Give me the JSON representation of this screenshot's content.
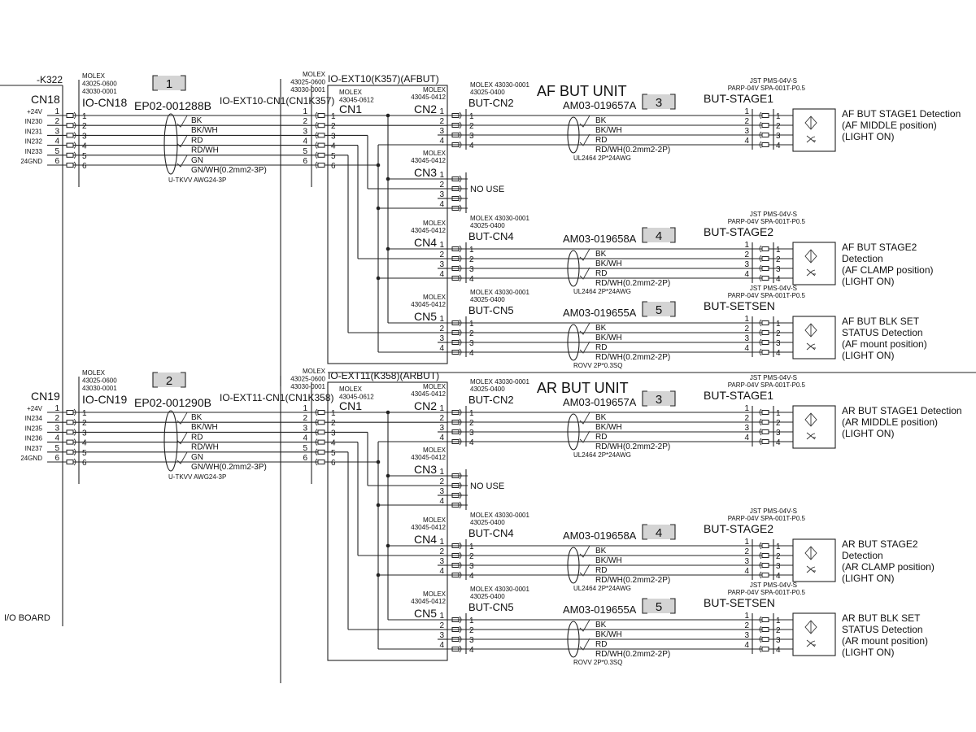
{
  "board": {
    "ref": "-K322",
    "label": "I/O BOARD"
  },
  "sections": [
    {
      "source_connector": "CN18",
      "signals": [
        "+24V",
        "IN230",
        "IN231",
        "IN232",
        "IN233",
        "24GND"
      ],
      "pins": [
        "1",
        "2",
        "3",
        "4",
        "5",
        "6"
      ],
      "harness_connector": {
        "maker": "MOLEX",
        "parts": [
          "43025-0600",
          "43030-0001"
        ],
        "name": "IO-CN18"
      },
      "harness_no": "1",
      "harness_part": "EP02-001288B",
      "wire_colors": [
        "BK",
        "BK/WH",
        "RD",
        "RD/WH",
        "GN",
        "GN/WH(0.2mm2-3P)"
      ],
      "cable_type": "U-TKVV AWG24-3P",
      "ext_connector": {
        "maker": "MOLEX",
        "parts": [
          "43025-0600",
          "43030-0001"
        ],
        "name": "IO-EXT10-CN1(CN1K357)"
      },
      "relay_board": "IO-EXT10(K357)(AFBUT)",
      "cn1": {
        "maker": "MOLEX",
        "part": "43045-0612",
        "name": "CN1"
      },
      "unit_title": "AF BUT UNIT",
      "branches": [
        {
          "cn": "CN2",
          "maker": "MOLEX",
          "part": "43045-0412",
          "pins": [
            "1",
            "2",
            "3",
            "4"
          ],
          "plug": {
            "maker": "MOLEX 43030-0001",
            "part": "43025-0400",
            "name": "BUT-CN2"
          },
          "harness_part": "AM03-019657A",
          "harness_no": "3",
          "wire_colors": [
            "BK",
            "BK/WH",
            "RD",
            "RD/WH(0.2mm2-2P)"
          ],
          "cable_type": "UL2464 2P*24AWG",
          "sensor_conn": {
            "maker": "JST  PMS-04V-S",
            "part": "PARP-04V  SPA-001T-P0.5",
            "name": "BUT-STAGE1"
          },
          "sensor_label": [
            "AF BUT STAGE1 Detection",
            "(AF MIDDLE position)",
            "(LIGHT ON)"
          ]
        },
        {
          "cn": "CN3",
          "maker": "MOLEX",
          "part": "43045-0412",
          "pins": [
            "1",
            "2",
            "3",
            "4"
          ],
          "note": "NO USE"
        },
        {
          "cn": "CN4",
          "maker": "MOLEX",
          "part": "43045-0412",
          "pins": [
            "1",
            "2",
            "3",
            "4"
          ],
          "plug": {
            "maker": "MOLEX 43030-0001",
            "part": "43025-0400",
            "name": "BUT-CN4"
          },
          "harness_part": "AM03-019658A",
          "harness_no": "4",
          "wire_colors": [
            "BK",
            "BK/WH",
            "RD",
            "RD/WH(0.2mm2-2P)"
          ],
          "cable_type": "UL2464 2P*24AWG",
          "sensor_conn": {
            "maker": "JST  PMS-04V-S",
            "part": "PARP-04V  SPA-001T-P0.5",
            "name": "BUT-STAGE2"
          },
          "sensor_label": [
            "AF BUT STAGE2",
            "Detection",
            "(AF CLAMP position)",
            "(LIGHT ON)"
          ]
        },
        {
          "cn": "CN5",
          "maker": "MOLEX",
          "part": "43045-0412",
          "pins": [
            "1",
            "2",
            "3",
            "4"
          ],
          "plug": {
            "maker": "MOLEX 43030-0001",
            "part": "43025-0400",
            "name": "BUT-CN5"
          },
          "harness_part": "AM03-019655A",
          "harness_no": "5",
          "wire_colors": [
            "BK",
            "BK/WH",
            "RD",
            "RD/WH(0.2mm2-2P)"
          ],
          "cable_type": "ROVV 2P*0.3SQ",
          "sensor_conn": {
            "maker": "JST  PMS-04V-S",
            "part": "PARP-04V  SPA-001T-P0.5",
            "name": "BUT-SETSEN"
          },
          "sensor_label": [
            "AF BUT BLK SET",
            "STATUS Detection",
            "(AF mount position)",
            "(LIGHT ON)"
          ]
        }
      ]
    },
    {
      "source_connector": "CN19",
      "signals": [
        "+24V",
        "IN234",
        "IN235",
        "IN236",
        "IN237",
        "24GND"
      ],
      "pins": [
        "1",
        "2",
        "3",
        "4",
        "5",
        "6"
      ],
      "harness_connector": {
        "maker": "MOLEX",
        "parts": [
          "43025-0600",
          "43030-0001"
        ],
        "name": "IO-CN19"
      },
      "harness_no": "2",
      "harness_part": "EP02-001290B",
      "wire_colors": [
        "BK",
        "BK/WH",
        "RD",
        "RD/WH",
        "GN",
        "GN/WH(0.2mm2-3P)"
      ],
      "cable_type": "U-TKVV AWG24-3P",
      "ext_connector": {
        "maker": "MOLEX",
        "parts": [
          "43025-0600",
          "43030-0001"
        ],
        "name": "IO-EXT11-CN1(CN1K358)"
      },
      "relay_board": "IO-EXT11(K358)(ARBUT)",
      "cn1": {
        "maker": "MOLEX",
        "part": "43045-0612",
        "name": "CN1"
      },
      "unit_title": "AR BUT UNIT",
      "branches": [
        {
          "cn": "CN2",
          "maker": "MOLEX",
          "part": "43045-0412",
          "pins": [
            "1",
            "2",
            "3",
            "4"
          ],
          "plug": {
            "maker": "MOLEX 43030-0001",
            "part": "43025-0400",
            "name": "BUT-CN2"
          },
          "harness_part": "AM03-019657A",
          "harness_no": "3",
          "wire_colors": [
            "BK",
            "BK/WH",
            "RD",
            "RD/WH(0.2mm2-2P)"
          ],
          "cable_type": "UL2464 2P*24AWG",
          "sensor_conn": {
            "maker": "JST  PMS-04V-S",
            "part": "PARP-04V  SPA-001T-P0.5",
            "name": "BUT-STAGE1"
          },
          "sensor_label": [
            "AR BUT STAGE1 Detection",
            "(AR MIDDLE position)",
            "(LIGHT ON)"
          ]
        },
        {
          "cn": "CN3",
          "maker": "MOLEX",
          "part": "43045-0412",
          "pins": [
            "1",
            "2",
            "3",
            "4"
          ],
          "note": "NO USE"
        },
        {
          "cn": "CN4",
          "maker": "MOLEX",
          "part": "43045-0412",
          "pins": [
            "1",
            "2",
            "3",
            "4"
          ],
          "plug": {
            "maker": "MOLEX 43030-0001",
            "part": "43025-0400",
            "name": "BUT-CN4"
          },
          "harness_part": "AM03-019658A",
          "harness_no": "4",
          "wire_colors": [
            "BK",
            "BK/WH",
            "RD",
            "RD/WH(0.2mm2-2P)"
          ],
          "cable_type": "UL2464 2P*24AWG",
          "sensor_conn": {
            "maker": "JST  PMS-04V-S",
            "part": "PARP-04V  SPA-001T-P0.5",
            "name": "BUT-STAGE2"
          },
          "sensor_label": [
            "AR BUT STAGE2",
            "Detection",
            "(AR CLAMP position)",
            "(LIGHT ON)"
          ]
        },
        {
          "cn": "CN5",
          "maker": "MOLEX",
          "part": "43045-0412",
          "pins": [
            "1",
            "2",
            "3",
            "4"
          ],
          "plug": {
            "maker": "MOLEX 43030-0001",
            "part": "43025-0400",
            "name": "BUT-CN5"
          },
          "harness_part": "AM03-019655A",
          "harness_no": "5",
          "wire_colors": [
            "BK",
            "BK/WH",
            "RD",
            "RD/WH(0.2mm2-2P)"
          ],
          "cable_type": "ROVV 2P*0.3SQ",
          "sensor_conn": {
            "maker": "JST  PMS-04V-S",
            "part": "PARP-04V  SPA-001T-P0.5",
            "name": "BUT-SETSEN"
          },
          "sensor_label": [
            "AR BUT BLK SET",
            "STATUS Detection",
            "(AR mount position)",
            "(LIGHT ON)"
          ]
        }
      ]
    }
  ],
  "colors": {
    "line": "#222222",
    "number_box": "#d4d4d4"
  }
}
